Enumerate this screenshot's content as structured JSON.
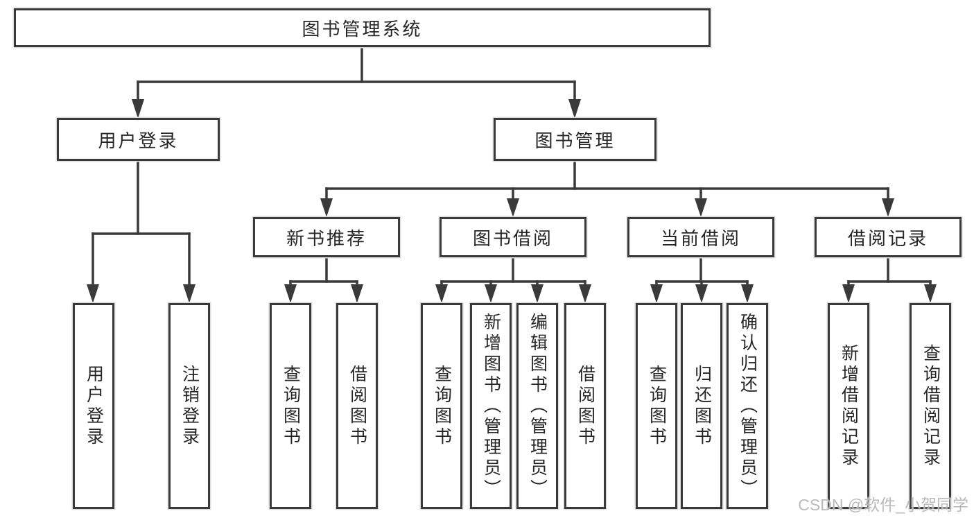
{
  "diagram": {
    "type": "hierarchy-tree",
    "colors": {
      "background": "#ffffff",
      "line": "#3a3a3a",
      "box_border": "#3a3a3a",
      "text": "#262626",
      "watermark": "#b2b2b2"
    }
  },
  "watermark": {
    "text": "CSDN @软件_小贺同学"
  },
  "tree": {
    "root": {
      "label": "图书管理系统"
    },
    "children": [
      {
        "label": "用户登录",
        "children": [
          {
            "label": "用户登录"
          },
          {
            "label": "注销登录"
          }
        ]
      },
      {
        "label": "图书管理",
        "children": [
          {
            "label": "新书推荐",
            "children": [
              {
                "label": "查询图书"
              },
              {
                "label": "借阅图书"
              }
            ]
          },
          {
            "label": "图书借阅",
            "children": [
              {
                "label": "查询图书"
              },
              {
                "label": "新增图书（管理员）"
              },
              {
                "label": "编辑图书（管理员）"
              },
              {
                "label": "借阅图书"
              }
            ]
          },
          {
            "label": "当前借阅",
            "children": [
              {
                "label": "查询图书"
              },
              {
                "label": "归还图书"
              },
              {
                "label": "确认归还（管理员）"
              }
            ]
          },
          {
            "label": "借阅记录",
            "children": [
              {
                "label": "新增借阅记录"
              },
              {
                "label": "查询借阅记录"
              }
            ]
          }
        ]
      }
    ]
  }
}
